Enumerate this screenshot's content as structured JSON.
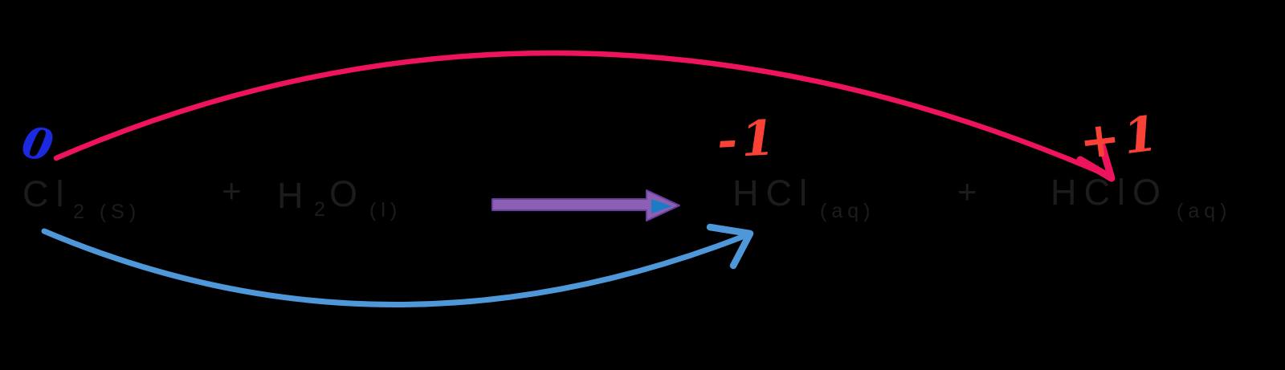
{
  "title": "Chlorine disproportionation reaction with oxidation states",
  "equation": {
    "cl2": {
      "formula": "Cl",
      "sub": "2 (S)"
    },
    "plus_left": "+",
    "h2o": {
      "h": "H",
      "sub": "2",
      "o": "O",
      "state": "(l)"
    },
    "hcl": {
      "formula": "HCl",
      "sub": "(aq)"
    },
    "plus_right": "+",
    "hclo": {
      "formula": "HClO",
      "sub": "(aq)"
    }
  },
  "annotations": {
    "cl2_oxidation_state": "0",
    "hcl_oxidation_state": "-1",
    "hclo_oxidation_state": "+1"
  },
  "icons": {
    "reaction_arrow": "right-arrow",
    "oxidation_arc": "curved-arrow-to-hclo",
    "reduction_arc": "curved-arrow-to-hcl"
  },
  "colors": {
    "background": "#000000",
    "equation_text": "#1c1c1c",
    "oxidation_state_red": "#f94136",
    "oxidation_state_blue": "#1b2ae0",
    "oxidation_arc_pink": "#ed135e",
    "reduction_arc_blue": "#4e97d8",
    "reaction_arrow_purple": "#8a5fb4",
    "reaction_arrow_inner_blue": "#1b7cc4"
  }
}
